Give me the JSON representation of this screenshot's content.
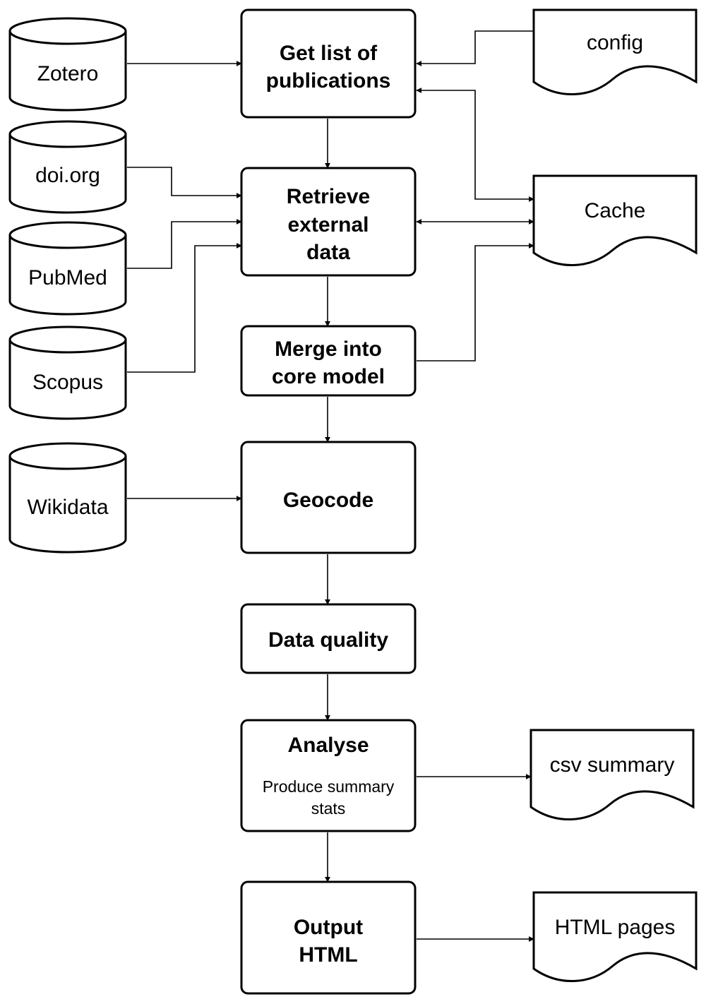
{
  "sources": {
    "zotero": "Zotero",
    "doi": "doi.org",
    "pubmed": "PubMed",
    "scopus": "Scopus",
    "wikidata": "Wikidata"
  },
  "steps": {
    "get_list": {
      "line1": "Get list of",
      "line2": "publications"
    },
    "retrieve": {
      "line1": "Retrieve",
      "line2": "external",
      "line3": "data"
    },
    "merge": {
      "line1": "Merge into",
      "line2": "core model"
    },
    "geocode": "Geocode",
    "data_quality": "Data quality",
    "analyse": {
      "title": "Analyse",
      "desc1": "Produce summary",
      "desc2": "stats"
    },
    "output": {
      "line1": "Output",
      "line2": "HTML"
    }
  },
  "documents": {
    "config": "config",
    "cache": "Cache",
    "csv_summary": "csv summary",
    "html_pages": "HTML pages"
  }
}
